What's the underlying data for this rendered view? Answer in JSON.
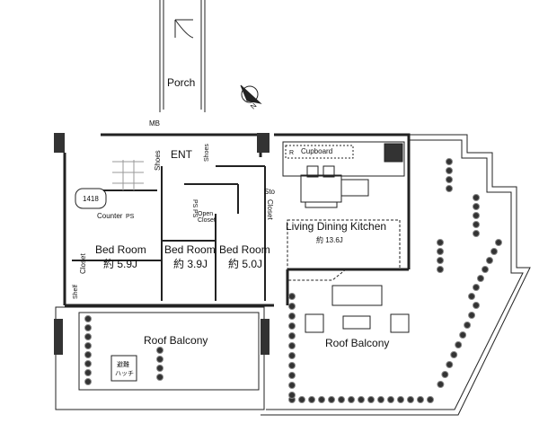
{
  "plan": {
    "north_label": "N",
    "rooms": {
      "porch": "Porch",
      "mb": "MB",
      "entrance": "ENT",
      "shoes": "Shoes",
      "shoes_small": "Shoes",
      "bath_size": "1418",
      "counter": "Counter",
      "ps_small": "PS",
      "ps_1": "PS",
      "ps_2": "PS",
      "open_closet_1": "Open",
      "open_closet_2": "Closet",
      "closet_left": "Closet",
      "shelf": "Shelf",
      "storage": "Sto",
      "closet_right": "Closet",
      "fridge": "R",
      "cupboard": "Cupboard",
      "bed1": {
        "name": "Bed Room",
        "size": "約 5.9J"
      },
      "bed2": {
        "name": "Bed Room",
        "size": "約 3.9J"
      },
      "bed3": {
        "name": "Bed Room",
        "size": "約 5.0J"
      },
      "ldk": {
        "name": "Living Dining Kitchen",
        "size": "約 13.6J"
      },
      "balcony_left": "Roof Balcony",
      "balcony_right": "Roof Balcony",
      "hatch_1": "避難",
      "hatch_2": "ハッチ"
    }
  }
}
